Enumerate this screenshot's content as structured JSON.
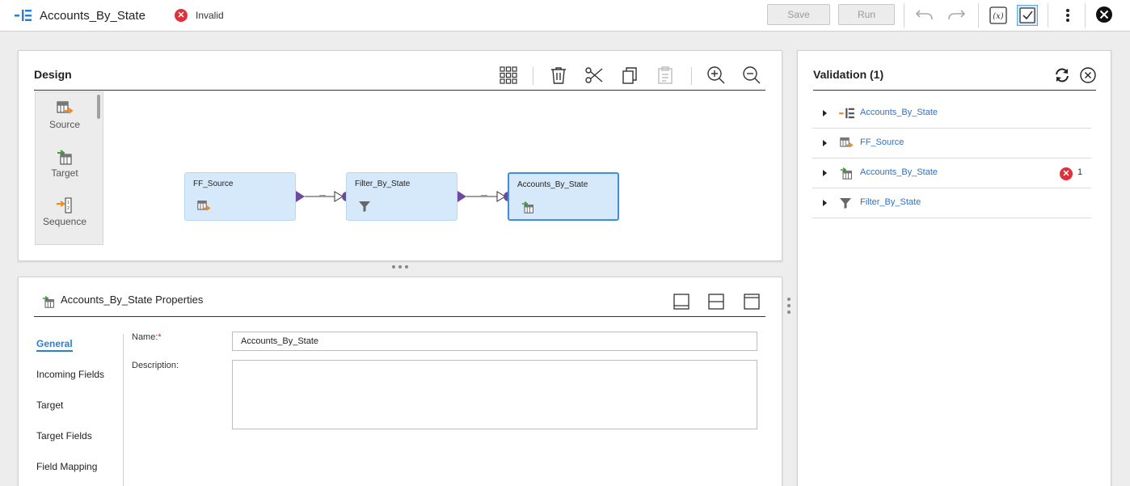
{
  "header": {
    "title": "Accounts_By_State",
    "status_icon": "error-x-icon",
    "status_text": "Invalid",
    "save_label": "Save",
    "run_label": "Run",
    "toolbar_icons": [
      "undo-icon",
      "redo-icon",
      "expression-icon",
      "validate-icon",
      "more-menu-icon",
      "close-icon"
    ]
  },
  "design": {
    "title": "Design",
    "toolbar_icons": [
      "arrange-grid-icon",
      "delete-icon",
      "cut-icon",
      "copy-icon",
      "paste-icon",
      "zoom-in-icon",
      "zoom-out-icon"
    ],
    "palette": [
      {
        "label": "Source",
        "icon": "source-icon"
      },
      {
        "label": "Target",
        "icon": "target-icon"
      },
      {
        "label": "Sequence",
        "icon": "sequence-icon"
      }
    ],
    "nodes": [
      {
        "label": "FF_Source",
        "icon": "source-icon"
      },
      {
        "label": "Filter_By_State",
        "icon": "filter-icon"
      },
      {
        "label": "Accounts_By_State",
        "icon": "target-icon",
        "selected": true
      }
    ]
  },
  "properties": {
    "title": "Accounts_By_State Properties",
    "nav": [
      "General",
      "Incoming Fields",
      "Target",
      "Target Fields",
      "Field Mapping"
    ],
    "active_nav": "General",
    "name_label": "Name:",
    "required_mark": "*",
    "name_value": "Accounts_By_State",
    "description_label": "Description:",
    "description_value": ""
  },
  "validation": {
    "title": "Validation (1)",
    "items": [
      {
        "label": "Accounts_By_State",
        "icon": "mapping-icon"
      },
      {
        "label": "FF_Source",
        "icon": "source-icon"
      },
      {
        "label": "Accounts_By_State",
        "icon": "target-icon",
        "error_count": "1"
      },
      {
        "label": "Filter_By_State",
        "icon": "filter-icon"
      }
    ]
  },
  "colors": {
    "accent": "#2a7fd4",
    "node_fill": "#d6e9fa",
    "error": "#e0303a",
    "link": "#2b72c9",
    "port": "#6b4aa0"
  }
}
